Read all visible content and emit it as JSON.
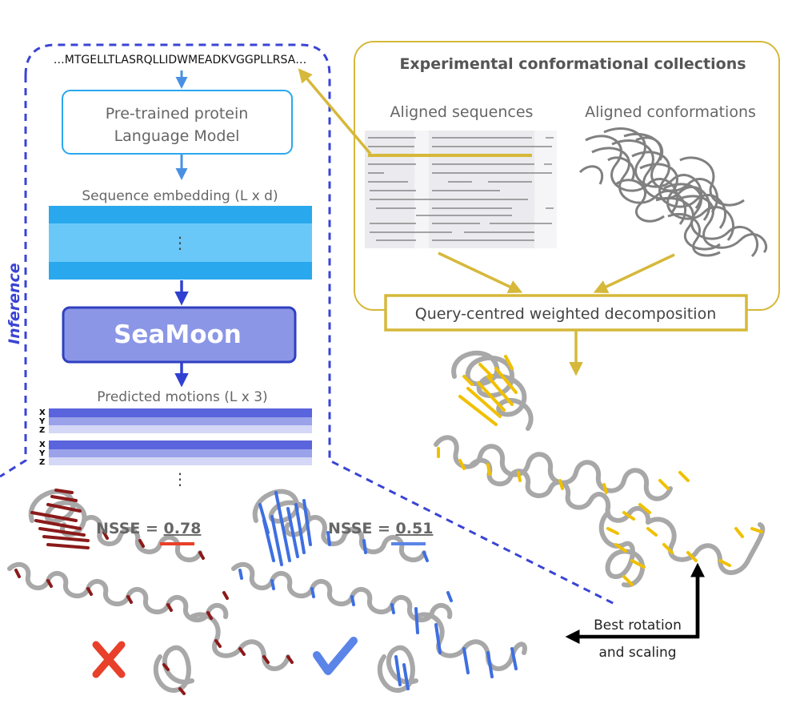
{
  "inference": {
    "label": "Inference",
    "sequence": "…MTGELLTLASRQLLIDWMEADKVGGPLLRSA…",
    "plm_line1": "Pre-trained protein",
    "plm_line2": "Language Model",
    "embedding_label": "Sequence embedding (L x d)",
    "embedding_ellipsis": "⋮",
    "model_name": "SeaMoon",
    "motions_label": "Predicted motions (L x 3)",
    "axis_letters": [
      "X",
      "Y",
      "Z"
    ],
    "more_ellipsis": "⋮"
  },
  "experimental": {
    "title": "Experimental conformational collections",
    "aligned_sequences": "Aligned sequences",
    "aligned_conformations": "Aligned conformations",
    "decomposition": "Query-centred weighted decomposition"
  },
  "evaluation": {
    "bad": {
      "label": "NSSE = ",
      "value": "0.78"
    },
    "good": {
      "label": "NSSE = ",
      "value": "0.51"
    },
    "best_line1": "Best rotation",
    "best_line2": "and scaling"
  },
  "colors": {
    "dashed_blue": "#3a44d4",
    "arrow_blue": "#4a90e2",
    "arrow_dark_blue": "#3040d0",
    "gold": "#d6b83a",
    "embedding_blue": "#2aa8ee",
    "embedding_light": "#6ac8f8",
    "seamoon_fill": "#8b96e6",
    "seamoon_border": "#3040c0",
    "red": "#e8402a",
    "good_blue": "#5b84e8",
    "dark_red_arrows": "#8b1a1a",
    "yellow_arrows": "#f0c000"
  }
}
